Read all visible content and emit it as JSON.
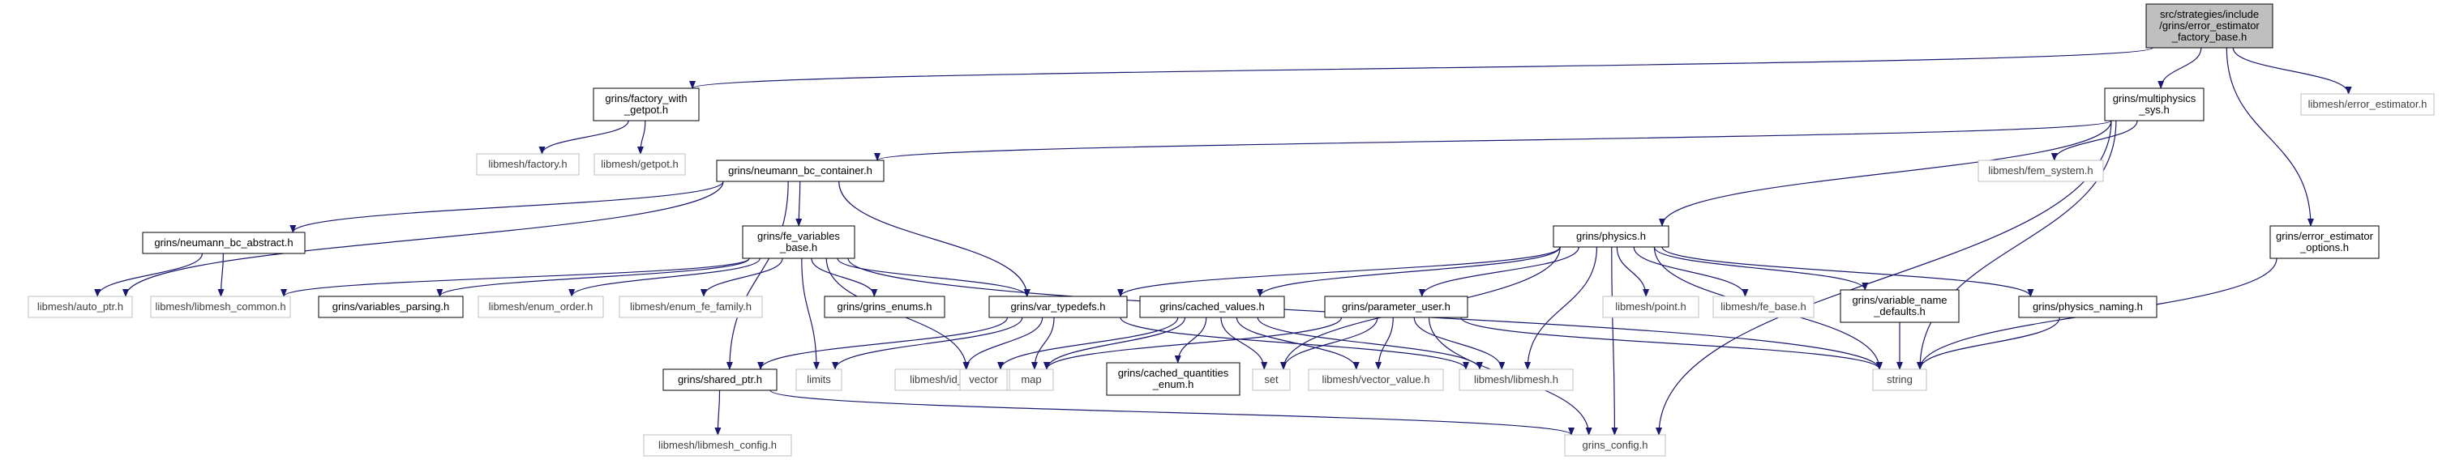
{
  "nodes": [
    {
      "id": "root",
      "style": "root",
      "lines": [
        "src/strategies/include",
        "/grins/error_estimator",
        "_factory_base.h"
      ]
    },
    {
      "id": "factory_with_getpot",
      "style": "normal",
      "lines": [
        "grins/factory_with",
        "_getpot.h"
      ]
    },
    {
      "id": "multiphysics_sys",
      "style": "normal",
      "lines": [
        "grins/multiphysics",
        "_sys.h"
      ]
    },
    {
      "id": "libmesh_error_estimator",
      "style": "external",
      "lines": [
        "libmesh/error_estimator.h"
      ]
    },
    {
      "id": "libmesh_factory",
      "style": "external",
      "lines": [
        "libmesh/factory.h"
      ]
    },
    {
      "id": "libmesh_getpot",
      "style": "external",
      "lines": [
        "libmesh/getpot.h"
      ]
    },
    {
      "id": "neumann_bc_container",
      "style": "normal",
      "lines": [
        "grins/neumann_bc_container.h"
      ]
    },
    {
      "id": "libmesh_fem_system",
      "style": "external",
      "lines": [
        "libmesh/fem_system.h"
      ]
    },
    {
      "id": "error_estimator_options",
      "style": "normal",
      "lines": [
        "grins/error_estimator",
        "_options.h"
      ]
    },
    {
      "id": "neumann_bc_abstract",
      "style": "normal",
      "lines": [
        "grins/neumann_bc_abstract.h"
      ]
    },
    {
      "id": "fe_variables_base",
      "style": "normal",
      "lines": [
        "grins/fe_variables",
        "_base.h"
      ]
    },
    {
      "id": "physics",
      "style": "normal",
      "lines": [
        "grins/physics.h"
      ]
    },
    {
      "id": "libmesh_auto_ptr",
      "style": "external",
      "lines": [
        "libmesh/auto_ptr.h"
      ]
    },
    {
      "id": "libmesh_common",
      "style": "external",
      "lines": [
        "libmesh/libmesh_common.h"
      ]
    },
    {
      "id": "variables_parsing",
      "style": "normal",
      "lines": [
        "grins/variables_parsing.h"
      ]
    },
    {
      "id": "enum_order",
      "style": "external",
      "lines": [
        "libmesh/enum_order.h"
      ]
    },
    {
      "id": "enum_fe_family",
      "style": "external",
      "lines": [
        "libmesh/enum_fe_family.h"
      ]
    },
    {
      "id": "grins_enums",
      "style": "normal",
      "lines": [
        "grins/grins_enums.h"
      ]
    },
    {
      "id": "var_typedefs",
      "style": "normal",
      "lines": [
        "grins/var_typedefs.h"
      ]
    },
    {
      "id": "cached_values",
      "style": "normal",
      "lines": [
        "grins/cached_values.h"
      ]
    },
    {
      "id": "parameter_user",
      "style": "normal",
      "lines": [
        "grins/parameter_user.h"
      ]
    },
    {
      "id": "libmesh_point",
      "style": "external",
      "lines": [
        "libmesh/point.h"
      ]
    },
    {
      "id": "libmesh_fe_base",
      "style": "external",
      "lines": [
        "libmesh/fe_base.h"
      ]
    },
    {
      "id": "variable_name_defaults",
      "style": "normal",
      "lines": [
        "grins/variable_name",
        "_defaults.h"
      ]
    },
    {
      "id": "physics_naming",
      "style": "normal",
      "lines": [
        "grins/physics_naming.h"
      ]
    },
    {
      "id": "shared_ptr",
      "style": "normal",
      "lines": [
        "grins/shared_ptr.h"
      ]
    },
    {
      "id": "limits",
      "style": "external",
      "lines": [
        "limits"
      ]
    },
    {
      "id": "libmesh_id_types",
      "style": "external",
      "lines": [
        "libmesh/id_types.h"
      ]
    },
    {
      "id": "vector",
      "style": "external",
      "lines": [
        "vector"
      ]
    },
    {
      "id": "map",
      "style": "external",
      "lines": [
        "map"
      ]
    },
    {
      "id": "cached_quantities_enum",
      "style": "normal",
      "lines": [
        "grins/cached_quantities",
        "_enum.h"
      ]
    },
    {
      "id": "set",
      "style": "external",
      "lines": [
        "set"
      ]
    },
    {
      "id": "libmesh_vector_value",
      "style": "external",
      "lines": [
        "libmesh/vector_value.h"
      ]
    },
    {
      "id": "libmesh_libmesh",
      "style": "external",
      "lines": [
        "libmesh/libmesh.h"
      ]
    },
    {
      "id": "string",
      "style": "external",
      "lines": [
        "string"
      ]
    },
    {
      "id": "libmesh_libmesh_config",
      "style": "external",
      "lines": [
        "libmesh/libmesh_config.h"
      ]
    },
    {
      "id": "grins_config",
      "style": "external",
      "lines": [
        "grins_config.h"
      ]
    }
  ],
  "edges": [
    [
      "root",
      "factory_with_getpot"
    ],
    [
      "root",
      "multiphysics_sys"
    ],
    [
      "root",
      "libmesh_error_estimator"
    ],
    [
      "root",
      "error_estimator_options"
    ],
    [
      "factory_with_getpot",
      "libmesh_factory"
    ],
    [
      "factory_with_getpot",
      "libmesh_getpot"
    ],
    [
      "multiphysics_sys",
      "neumann_bc_container"
    ],
    [
      "multiphysics_sys",
      "libmesh_fem_system"
    ],
    [
      "multiphysics_sys",
      "physics"
    ],
    [
      "multiphysics_sys",
      "string"
    ],
    [
      "multiphysics_sys",
      "grins_config"
    ],
    [
      "neumann_bc_container",
      "neumann_bc_abstract"
    ],
    [
      "neumann_bc_container",
      "fe_variables_base"
    ],
    [
      "neumann_bc_container",
      "libmesh_auto_ptr"
    ],
    [
      "neumann_bc_container",
      "var_typedefs"
    ],
    [
      "neumann_bc_container",
      "shared_ptr"
    ],
    [
      "error_estimator_options",
      "string"
    ],
    [
      "neumann_bc_abstract",
      "libmesh_auto_ptr"
    ],
    [
      "neumann_bc_abstract",
      "libmesh_common"
    ],
    [
      "fe_variables_base",
      "libmesh_common"
    ],
    [
      "fe_variables_base",
      "variables_parsing"
    ],
    [
      "fe_variables_base",
      "enum_order"
    ],
    [
      "fe_variables_base",
      "enum_fe_family"
    ],
    [
      "fe_variables_base",
      "grins_enums"
    ],
    [
      "fe_variables_base",
      "var_typedefs"
    ],
    [
      "fe_variables_base",
      "limits"
    ],
    [
      "fe_variables_base",
      "vector"
    ],
    [
      "fe_variables_base",
      "string"
    ],
    [
      "physics",
      "var_typedefs"
    ],
    [
      "physics",
      "cached_values"
    ],
    [
      "physics",
      "parameter_user"
    ],
    [
      "physics",
      "libmesh_point"
    ],
    [
      "physics",
      "libmesh_fe_base"
    ],
    [
      "physics",
      "variable_name_defaults"
    ],
    [
      "physics",
      "physics_naming"
    ],
    [
      "physics",
      "set"
    ],
    [
      "physics",
      "libmesh_libmesh"
    ],
    [
      "physics",
      "string"
    ],
    [
      "physics",
      "grins_config"
    ],
    [
      "var_typedefs",
      "shared_ptr"
    ],
    [
      "var_typedefs",
      "limits"
    ],
    [
      "var_typedefs",
      "libmesh_id_types"
    ],
    [
      "var_typedefs",
      "map"
    ],
    [
      "var_typedefs",
      "libmesh_libmesh"
    ],
    [
      "cached_values",
      "vector"
    ],
    [
      "cached_values",
      "map"
    ],
    [
      "cached_values",
      "cached_quantities_enum"
    ],
    [
      "cached_values",
      "set"
    ],
    [
      "cached_values",
      "libmesh_vector_value"
    ],
    [
      "cached_values",
      "libmesh_libmesh"
    ],
    [
      "parameter_user",
      "map"
    ],
    [
      "parameter_user",
      "set"
    ],
    [
      "parameter_user",
      "libmesh_vector_value"
    ],
    [
      "parameter_user",
      "libmesh_libmesh"
    ],
    [
      "parameter_user",
      "string"
    ],
    [
      "parameter_user",
      "grins_config"
    ],
    [
      "variable_name_defaults",
      "string"
    ],
    [
      "physics_naming",
      "string"
    ],
    [
      "shared_ptr",
      "libmesh_libmesh_config"
    ],
    [
      "shared_ptr",
      "grins_config"
    ]
  ],
  "colors": {
    "edge": "#191970",
    "normal_border": "#000000",
    "normal_fill": "#ffffff",
    "normal_text": "#000000",
    "external_border": "#bfbfbf",
    "external_text": "#3f3f3f",
    "root_fill": "#bfbfbf",
    "root_border": "#000000"
  }
}
